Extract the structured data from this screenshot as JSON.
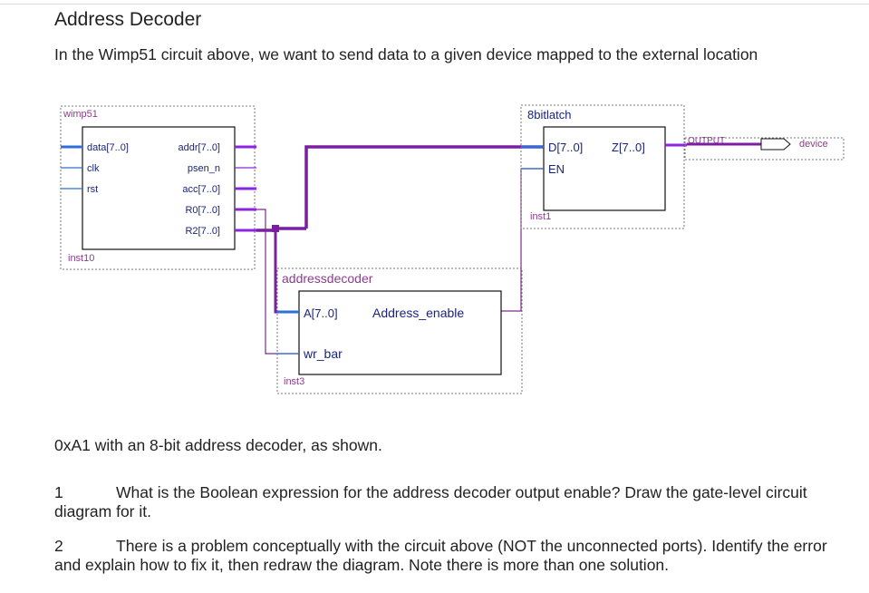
{
  "page": {
    "title": "Address Decoder",
    "intro": "In the Wimp51 circuit above, we want to send data to a given device mapped to the external location",
    "continuation": "0xA1 with an 8-bit address decoder, as shown.",
    "questions": [
      {
        "num": "1",
        "text": "What is the Boolean expression for the address decoder output enable? Draw the gate-level circuit diagram for it."
      },
      {
        "num": "2",
        "text": "There is a problem conceptually with the circuit above (NOT the unconnected ports). Identify the error and explain how to fix it, then redraw the diagram. Note there is more than one solution."
      }
    ]
  },
  "diagram": {
    "wimp51": {
      "name": "wimp51",
      "instance": "inst10",
      "inputs": [
        "data[7..0]",
        "clk",
        "rst"
      ],
      "outputs": [
        "addr[7..0]",
        "psen_n",
        "acc[7..0]",
        "R0[7..0]",
        "R2[7..0]"
      ]
    },
    "latch": {
      "name": "8bitlatch",
      "instance": "inst1",
      "inputs": [
        "D[7..0]",
        "EN"
      ],
      "outputs": [
        "Z[7..0]"
      ]
    },
    "decoder": {
      "name": "addressdecoder",
      "instance": "inst3",
      "inputs": [
        "A[7..0]",
        "wr_bar"
      ],
      "outputs": [
        "Address_enable"
      ]
    },
    "output_pin": {
      "type": "OUTPUT",
      "name": "device"
    },
    "colors": {
      "bus": "#7b1fa2",
      "bus_bright": "#8e24e0",
      "signal": "#7b2d8a",
      "port": "#2f6fd6",
      "block_text": "#1a237e",
      "label": "#8a3d8a"
    }
  }
}
